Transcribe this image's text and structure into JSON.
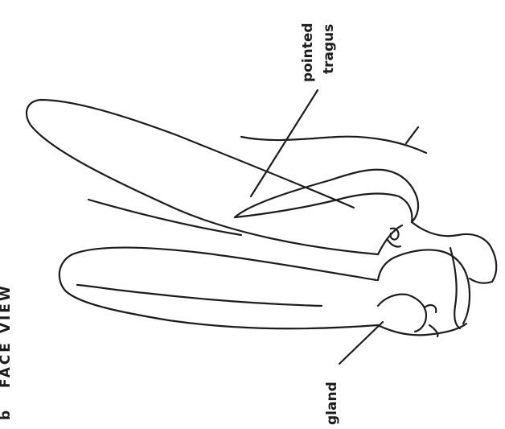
{
  "figure": {
    "caption_letter": "b",
    "caption_text": "FACE VIEW"
  },
  "labels": {
    "pointed": "pointed",
    "tragus": "tragus",
    "gland": "gland"
  }
}
